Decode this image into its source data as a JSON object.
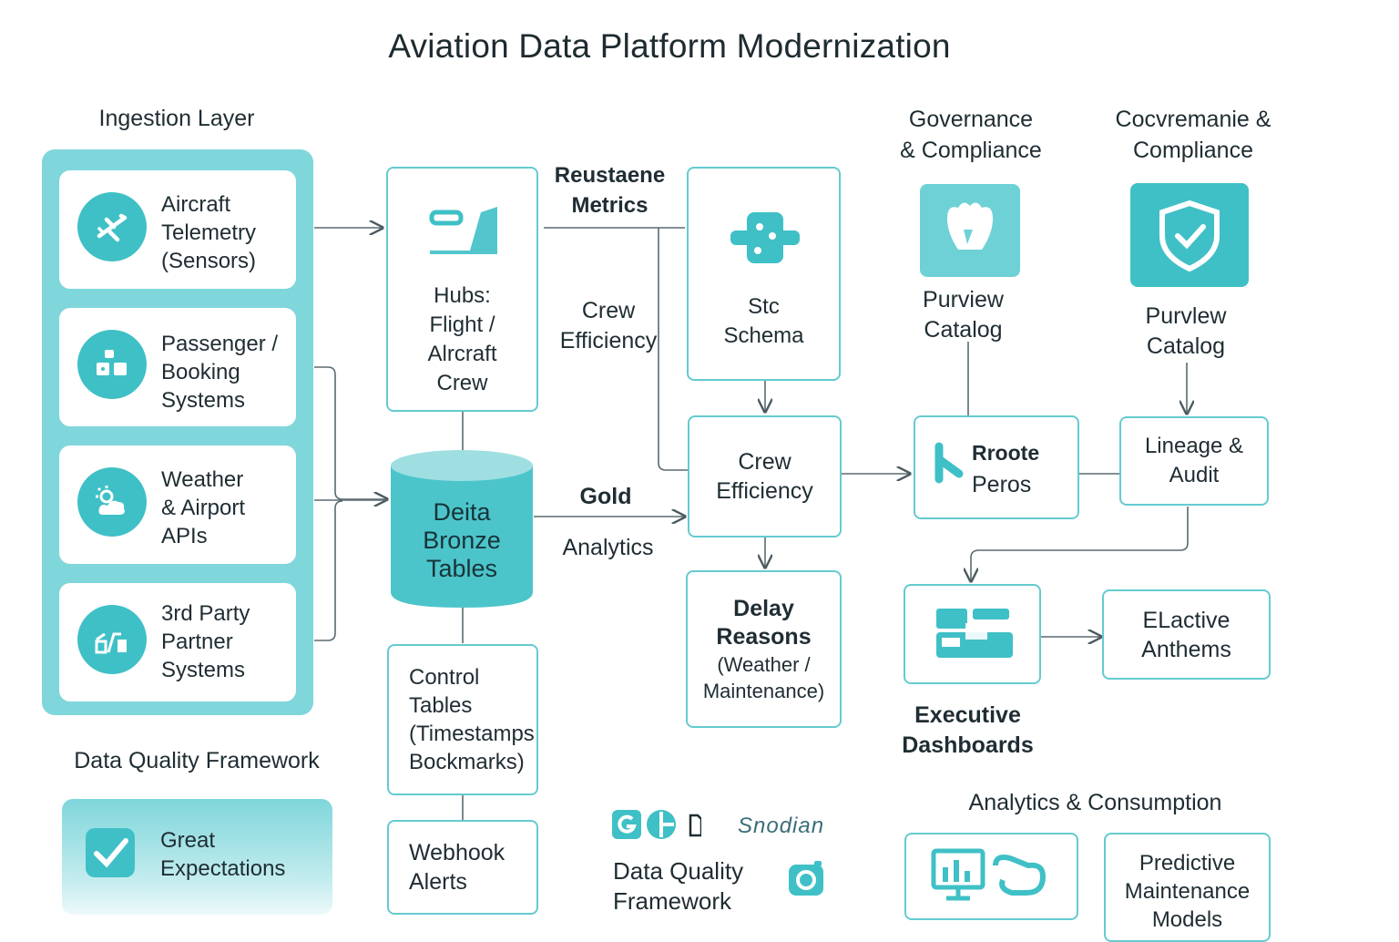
{
  "title": "Aviation Data Platform Modernization",
  "sections": {
    "ingestion": "Ingestion Layer",
    "governance_1": "Governance\n& Compliance",
    "governance_2": "Cocvremanie &\nCompliance",
    "data_quality": "Data Quality Framework",
    "analytics": "Analytics & Consumption"
  },
  "sources": [
    {
      "label": "Aircraft\nTelemetry\n(Sensors)",
      "icon": "airplane-icon"
    },
    {
      "label": "Passenger /\nBooking\nSystems",
      "icon": "people-icon"
    },
    {
      "label": "Weather\n& Airport\nAPIs",
      "icon": "weather-icon"
    },
    {
      "label": "3rd Party\nPartner\nSystems",
      "icon": "partner-icon"
    }
  ],
  "nodes": {
    "hubs": "Hubs:\nFlight /\nAlrcraft\nCrew",
    "bronze": "Deita\nBronze\nTables",
    "control": "Control\nTables\n(Timestamps\nBockmarks)",
    "webhook": "Webhook\nAlerts",
    "schema": "Stc\nSchema",
    "crew_efficiency": "Crew\nEfficiency",
    "delay_title": "Delay\nReasons",
    "delay_sub": "(Weather /\nMaintenance)",
    "route": "Rroote",
    "route_sub": "Peros",
    "lineage": "Lineage &\nAudit",
    "dashboards": "Executive\nDashboards",
    "elactive": "ELactive\nAnthems",
    "predictive": "Predictive\nMaintenance\nModels",
    "purview_1": "Purview\nCatalog",
    "purview_2": "Purvlew\nCatalog",
    "great_expectations": "Great\nExpectations"
  },
  "edge_labels": {
    "metrics": "Reustaene\nMetrics",
    "crew": "Crew\nEfficiency",
    "gold": "Gold",
    "analytics": "Analytics"
  },
  "tools": {
    "label": "Data Quality\nFramework",
    "logo_text": "Snodian"
  },
  "colors": {
    "accent": "#3fc0c6",
    "panel": "#7fd6db",
    "border": "#64cbd0",
    "text": "#1f2d33"
  }
}
